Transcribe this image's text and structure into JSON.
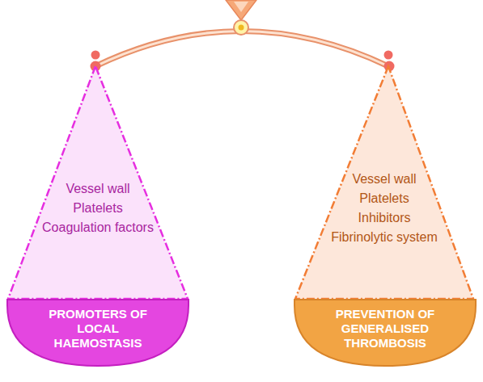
{
  "diagram": {
    "nodes": [
      {
        "text": [
          "Vessel wall",
          "Platelets",
          "Coagulation factors"
        ]
      },
      {
        "text": [
          "PROMOTERS OF LOCAL HAEMOSTASIS"
        ]
      },
      {
        "text": [
          "Vessel wall",
          "Platelets",
          "Inhibitors",
          "Fibrinolytic system"
        ]
      },
      {
        "text": [
          "PREVENTION OF GENERALISED THROMBOSIS"
        ]
      }
    ]
  }
}
